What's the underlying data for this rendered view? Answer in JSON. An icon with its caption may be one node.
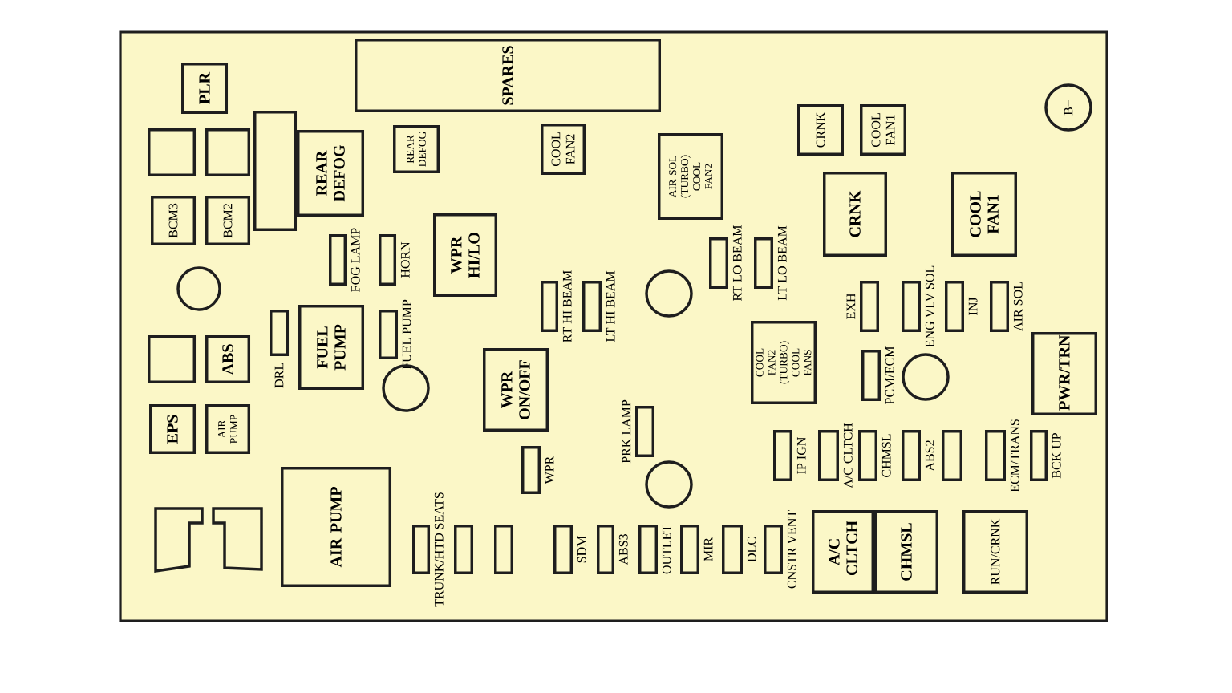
{
  "diagram": {
    "nodes": [
      {
        "text": [
          "PLR"
        ]
      },
      {
        "text": [
          "SPARES"
        ]
      },
      {
        "text": [],
        "shape": "box"
      },
      {
        "text": [],
        "shape": "box"
      },
      {
        "text": [],
        "shape": "box"
      },
      {
        "text": [
          "REAR DEFOG"
        ]
      },
      {
        "text": [
          "REAR DEFOG"
        ]
      },
      {
        "text": [
          "COOL FAN2"
        ]
      },
      {
        "text": [
          "AIR SOL (TURBO) COOL FAN2"
        ]
      },
      {
        "text": [
          "CRNK"
        ]
      },
      {
        "text": [
          "COOL FAN1"
        ]
      },
      {
        "text": [
          "B+"
        ]
      },
      {
        "text": [
          "BCM3"
        ]
      },
      {
        "text": [
          "BCM2"
        ]
      },
      {
        "text": [],
        "shape": "box",
        "beside": [
          "FOG LAMP"
        ]
      },
      {
        "text": [],
        "shape": "box",
        "beside": [
          "HORN"
        ]
      },
      {
        "text": [
          "WPR HI/LO"
        ]
      },
      {
        "text": [],
        "shape": "box",
        "beside": [
          "RT HI BEAM"
        ]
      },
      {
        "text": [],
        "shape": "box",
        "beside": [
          "LT HI BEAM"
        ]
      },
      {
        "text": [],
        "shape": "box",
        "beside": [
          "RT LO BEAM"
        ]
      },
      {
        "text": [],
        "shape": "box",
        "beside": [
          "LT LO BEAM"
        ]
      },
      {
        "text": [
          "CRNK"
        ]
      },
      {
        "text": [
          "COOL FAN1"
        ]
      },
      {
        "text": [],
        "shape": "circle"
      },
      {
        "text": [],
        "shape": "circle"
      },
      {
        "text": [],
        "shape": "box",
        "beside": [
          "EXH"
        ]
      },
      {
        "text": [],
        "shape": "box",
        "beside": [
          "ENG VLV SOL"
        ]
      },
      {
        "text": [],
        "shape": "box",
        "beside": [
          "INJ"
        ]
      },
      {
        "text": [],
        "shape": "box",
        "beside": [
          "AIR SOL"
        ]
      },
      {
        "text": [],
        "shape": "box",
        "beside": [
          "DRL"
        ]
      },
      {
        "text": [
          "FUEL PUMP"
        ]
      },
      {
        "text": [],
        "shape": "box",
        "beside": [
          "FUEL PUMP"
        ]
      },
      {
        "text": [
          "COOL FAN2 (TURBO) COOL FANS"
        ]
      },
      {
        "text": [],
        "shape": "box",
        "beside": [
          "PCM/ECM"
        ]
      },
      {
        "text": [
          "PWR/TRN"
        ]
      },
      {
        "text": [],
        "shape": "box"
      },
      {
        "text": [
          "ABS"
        ]
      },
      {
        "text": [],
        "shape": "circle"
      },
      {
        "text": [],
        "shape": "circle"
      },
      {
        "text": [
          "WPR ON/OFF"
        ]
      },
      {
        "text": [
          "EPS"
        ]
      },
      {
        "text": [
          "AIR PUMP"
        ]
      },
      {
        "text": [],
        "shape": "box",
        "beside": [
          "PRK LAMP"
        ]
      },
      {
        "text": [],
        "shape": "box",
        "beside": [
          "IP IGN"
        ]
      },
      {
        "text": [],
        "shape": "box",
        "beside": [
          "A/C CLTCH"
        ]
      },
      {
        "text": [],
        "shape": "box",
        "beside": [
          "CHMSL"
        ]
      },
      {
        "text": [],
        "shape": "box",
        "beside": [
          "ABS2"
        ]
      },
      {
        "text": [],
        "shape": "box"
      },
      {
        "text": [],
        "shape": "box",
        "beside": [
          "ECM/TRANS"
        ]
      },
      {
        "text": [],
        "shape": "box",
        "beside": [
          "BCK UP"
        ]
      },
      {
        "text": [],
        "shape": "box",
        "beside": [
          "WPR"
        ]
      },
      {
        "text": [],
        "shape": "circle"
      },
      {
        "text": [
          "AIR PUMP"
        ]
      },
      {
        "text": [],
        "shape": "box",
        "beside": [
          "TRUNK/HTD SEATS"
        ]
      },
      {
        "text": [],
        "shape": "box"
      },
      {
        "text": [],
        "shape": "box"
      },
      {
        "text": [],
        "shape": "box",
        "beside": [
          "SDM"
        ]
      },
      {
        "text": [],
        "shape": "box",
        "beside": [
          "ABS3"
        ]
      },
      {
        "text": [],
        "shape": "box",
        "beside": [
          "OUTLET"
        ]
      },
      {
        "text": [],
        "shape": "box",
        "beside": [
          "MIR"
        ]
      },
      {
        "text": [],
        "shape": "box",
        "beside": [
          "DLC"
        ]
      },
      {
        "text": [],
        "shape": "box",
        "beside": [
          "CNSTR VENT"
        ]
      },
      {
        "text": [
          "A/C CLTCH"
        ]
      },
      {
        "text": [
          "CHMSL"
        ]
      },
      {
        "text": [
          "RUN/CRNK"
        ]
      }
    ]
  }
}
